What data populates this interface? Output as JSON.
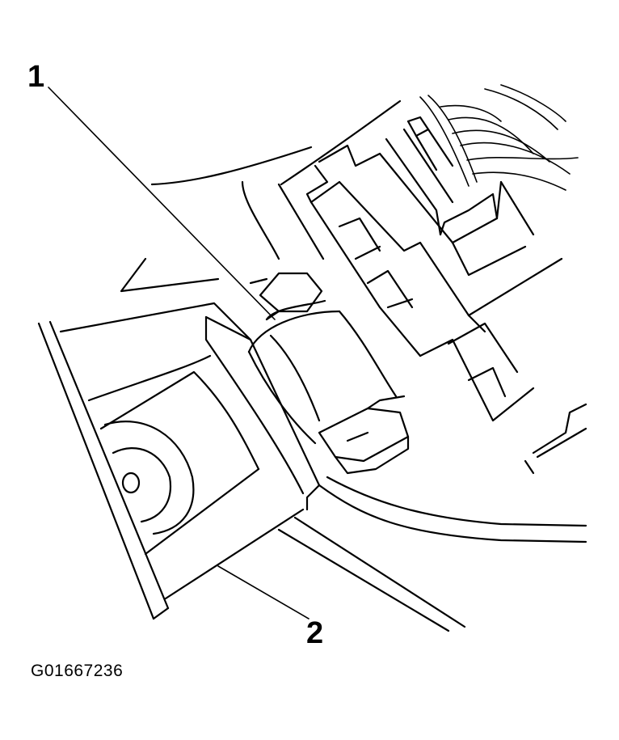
{
  "callouts": [
    {
      "label": "1"
    },
    {
      "label": "2"
    }
  ],
  "figure_id": "G01667236"
}
